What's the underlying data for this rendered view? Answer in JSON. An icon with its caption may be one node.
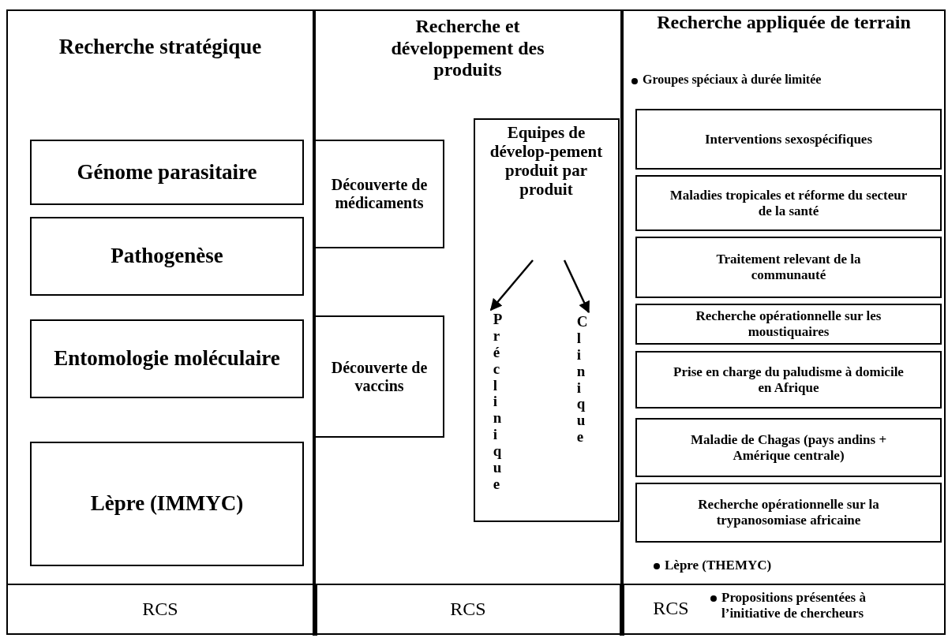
{
  "diagram": {
    "nodes": [
      {
        "text": [
          "Recherche stratégique"
        ]
      },
      {
        "text": [
          "Génome parasitaire"
        ],
        "in": 0
      },
      {
        "text": [
          "Pathogenèse"
        ],
        "in": 0
      },
      {
        "text": [
          "Entomologie moléculaire"
        ],
        "in": 0
      },
      {
        "text": [
          "Lèpre (IMMYC)"
        ],
        "in": 0
      },
      {
        "text": [
          "Recherche et développement des produits"
        ]
      },
      {
        "text": [
          "Découverte de médicaments"
        ],
        "in": 5
      },
      {
        "text": [
          "Découverte de vaccins"
        ],
        "in": 5
      },
      {
        "text": [
          "Equipes de dévelop-pement produit par produit"
        ],
        "in": 5
      },
      {
        "text": [
          "Préclinique"
        ],
        "in": 8
      },
      {
        "text": [
          "Clinique"
        ],
        "in": 8
      },
      {
        "text": [
          "Recherche appliquée de terrain",
          "Groupes spéciaux à durée limitée",
          "Lèpre (THEMYC)"
        ]
      },
      {
        "text": [
          "Interventions sexospécifiques"
        ],
        "in": 11
      },
      {
        "text": [
          "Maladies tropicales et réforme du secteur de la santé"
        ],
        "in": 11
      },
      {
        "text": [
          "Traitement relevant de la communauté"
        ],
        "in": 11
      },
      {
        "text": [
          "Recherche opérationnelle sur les moustiquaires"
        ],
        "in": 11
      },
      {
        "text": [
          "Prise en charge du paludisme à domicile en Afrique"
        ],
        "in": 11
      },
      {
        "text": [
          "Maladie de Chagas (pays andins + Amérique centrale)"
        ],
        "in": 11
      },
      {
        "text": [
          "Recherche opérationnelle sur la trypanosomiase africaine"
        ],
        "in": 11
      },
      {
        "text": [
          "RCS"
        ]
      },
      {
        "text": [
          "RCS"
        ]
      },
      {
        "text": [
          "RCS",
          "Propositions présentées à l’initiative de chercheurs"
        ]
      }
    ],
    "edges": [
      {
        "from": null,
        "to": 9,
        "arrow": "to"
      },
      {
        "from": null,
        "to": 10,
        "arrow": "to"
      }
    ]
  }
}
